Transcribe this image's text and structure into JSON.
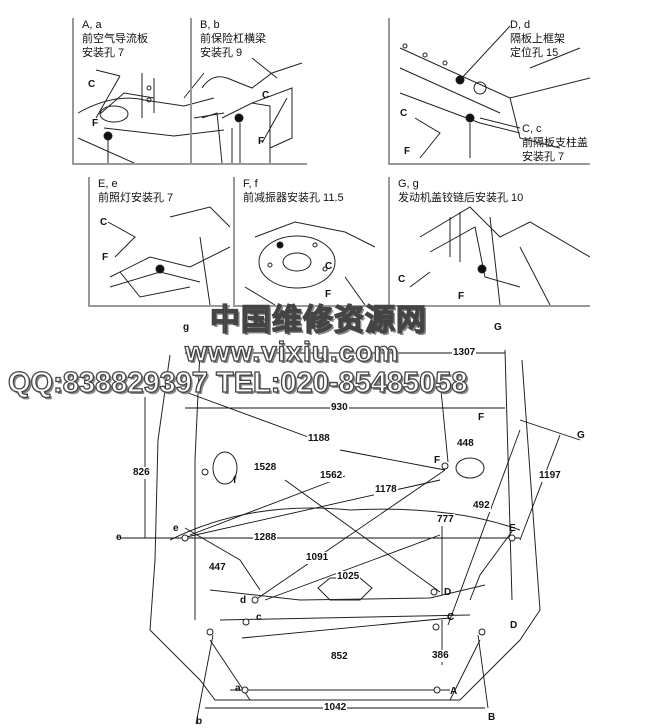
{
  "panels": [
    {
      "id": "A",
      "title": "A, a",
      "line1": "前空气导流板",
      "line2": "安装孔 7",
      "arrows": [
        "C",
        "F"
      ]
    },
    {
      "id": "B",
      "title": "B, b",
      "line1": "前保险杠横梁",
      "line2": "安装孔 9",
      "arrows": [
        "C",
        "F"
      ]
    },
    {
      "id": "D",
      "title": "D, d",
      "line1": "隔板上框架",
      "line2": "定位孔 15",
      "extra_title": "C, c",
      "extra_line1": "前隔板支柱盖",
      "extra_line2": "安装孔 7",
      "arrows": [
        "C",
        "F"
      ]
    },
    {
      "id": "E",
      "title": "E, e",
      "line1": "前照灯安装孔 7",
      "arrows": [
        "C",
        "F"
      ]
    },
    {
      "id": "F",
      "title": "F, f",
      "line1": "前减振器安装孔 11.5",
      "arrows": [
        "C",
        "F"
      ]
    },
    {
      "id": "G",
      "title": "G, g",
      "line1": "发动机盖铰链后安装孔 10",
      "arrows": [
        "C",
        "F"
      ]
    }
  ],
  "watermark": {
    "line1": "中国维修资源网",
    "line2": "www.vixiu.com",
    "line3": "QQ:838829397 TEL:020-85485058"
  },
  "points": {
    "g": "g",
    "G_top": "G",
    "G_right": "G",
    "F": "F",
    "f": "f",
    "e_left": "e",
    "e": "e",
    "E": "E",
    "d": "d",
    "D": "D",
    "D2": "D",
    "c": "c",
    "C": "C",
    "a": "a",
    "A": "A",
    "b": "b",
    "B": "B",
    "F_top": "F"
  },
  "dimensions": {
    "d1307": "1307",
    "d930": "930",
    "d1188": "1188",
    "d448": "448",
    "d826": "826",
    "d1528": "1528",
    "d1562": "1562",
    "d1178": "1178",
    "d1197": "1197",
    "d777": "777",
    "d492": "492",
    "d1288": "1288",
    "d447": "447",
    "d1091": "1091",
    "d1025": "1025",
    "d852": "852",
    "d386": "386",
    "d1042": "1042"
  }
}
